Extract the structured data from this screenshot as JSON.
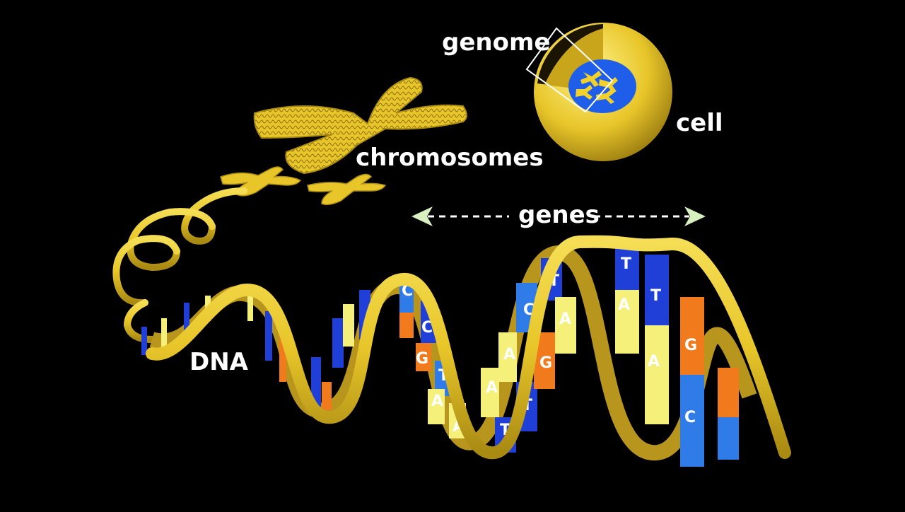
{
  "labels": {
    "genome": "genome",
    "cell": "cell",
    "chromosomes": "chromosomes",
    "genes": "genes",
    "dna": "DNA"
  },
  "base_letters": [
    "C",
    "C",
    "G",
    "T",
    "A",
    "A",
    "A",
    "T",
    "C",
    "A",
    "T",
    "G",
    "T",
    "A",
    "T",
    "A",
    "T",
    "A",
    "G",
    "C"
  ],
  "colors": {
    "background": "#000000",
    "ribbon": "#e8c62a",
    "ribbon_dark": "#b8951c",
    "base_blue": "#1f3fd6",
    "base_light_blue": "#2f7be8",
    "base_yellow": "#f4f07a",
    "base_orange": "#f07a1c",
    "nucleus": "#1f5ee8",
    "label": "#ffffff"
  },
  "icons": {
    "genes_arrow": "double-headed-dashed-arrow",
    "genome_callout": "callout-box"
  }
}
